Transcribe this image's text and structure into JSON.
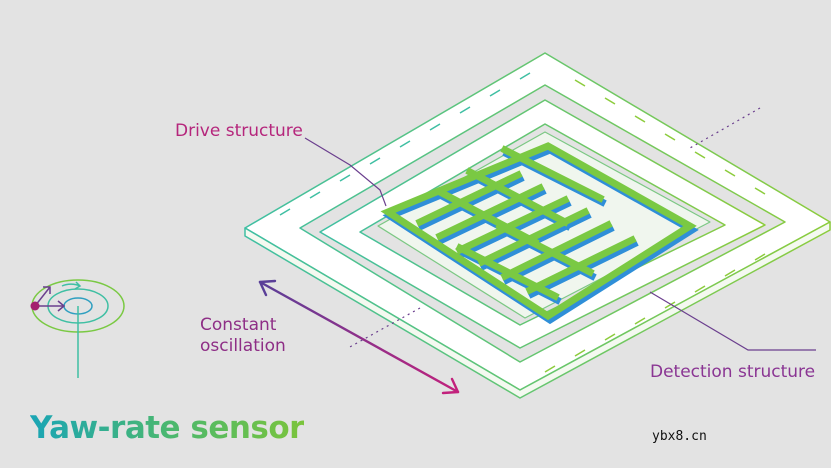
{
  "labels": {
    "drive": "Drive structure",
    "oscillation": "Constant\noscillation",
    "detection": "Detection structure"
  },
  "title": "Yaw-rate sensor",
  "watermark": "ybx8.cn",
  "colors": {
    "background": "#e3e3e3",
    "outline_teal": "#3fbfa3",
    "outline_green": "#8ccc3c",
    "finger_green": "#7ac943",
    "finger_blue": "#2f8fd8",
    "pointer_purple": "#6b3f8e",
    "arrow_magenta": "#c2217c",
    "title_teal": "#1aa5b5"
  }
}
